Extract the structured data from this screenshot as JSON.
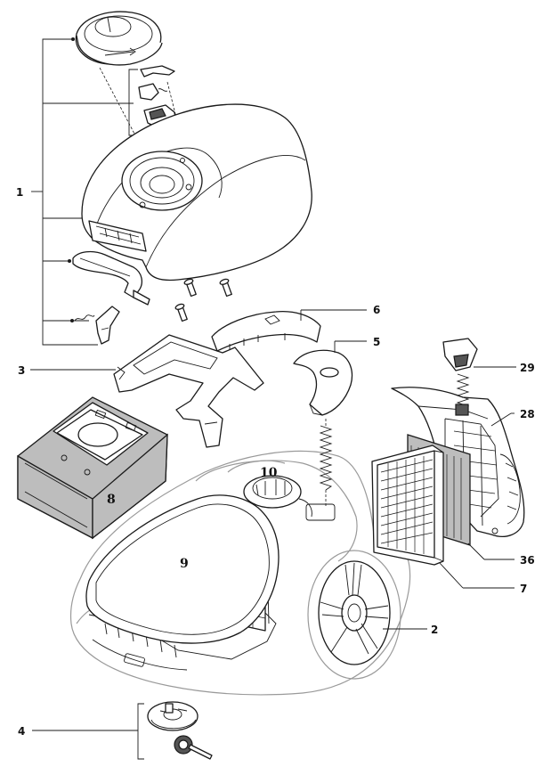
{
  "labels": {
    "p1": "1",
    "p2": "2",
    "p3": "3",
    "p4": "4",
    "p5": "5",
    "p6": "6",
    "p7": "7",
    "p8": "8",
    "p9": "9",
    "p10": "10",
    "p28": "28",
    "p29": "29",
    "p36": "36"
  },
  "colors": {
    "line": "#1a1a1a",
    "bag_holder_fill": "#bdbdbd",
    "background": "#ffffff"
  }
}
